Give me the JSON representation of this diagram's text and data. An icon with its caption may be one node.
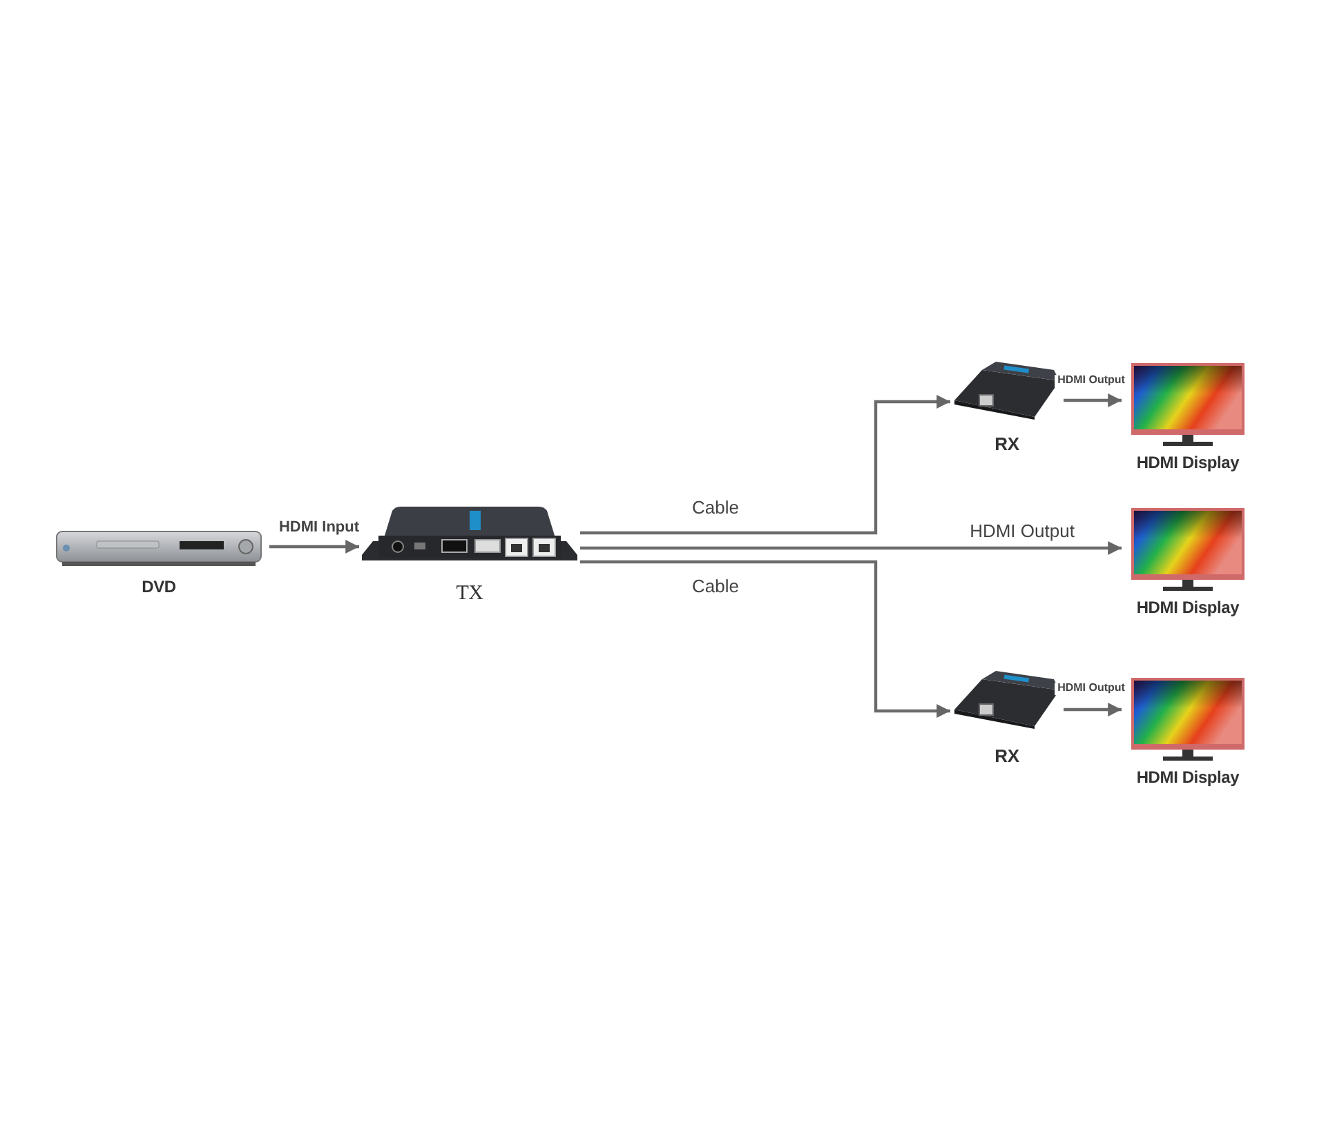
{
  "diagram": {
    "nodes": [
      {
        "text": [
          "DVD"
        ]
      },
      {
        "text": [
          "TX"
        ]
      },
      {
        "text": [
          "RX"
        ]
      },
      {
        "text": [
          "HDMI Display"
        ]
      },
      {
        "text": [
          "HDMI Display"
        ]
      },
      {
        "text": [
          "RX"
        ]
      },
      {
        "text": [
          "HDMI Display"
        ]
      }
    ],
    "edges": [
      {
        "from": 0,
        "to": 1,
        "arrow": "to",
        "label": "HDMI Input"
      },
      {
        "from": 1,
        "to": 2,
        "arrow": "to",
        "label": "Cable"
      },
      {
        "from": 1,
        "to": 4,
        "arrow": "to",
        "label": "HDMI Output"
      },
      {
        "from": 1,
        "to": 5,
        "arrow": "to",
        "label": "Cable"
      },
      {
        "from": 2,
        "to": 3,
        "arrow": "to",
        "label": "HDMI Output"
      },
      {
        "from": 5,
        "to": 6,
        "arrow": "to",
        "label": "HDMI Output"
      }
    ]
  }
}
